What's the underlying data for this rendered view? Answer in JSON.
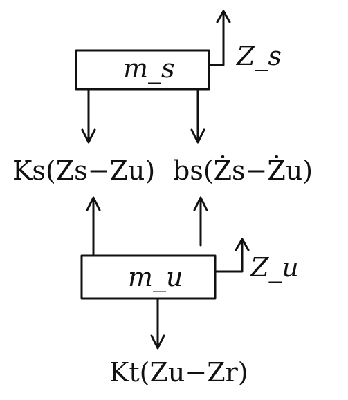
{
  "sprung_mass": {
    "label": "m_s"
  },
  "unsprung_mass": {
    "label": "m_u"
  },
  "displacement": {
    "sprung": "Z_s",
    "unsprung": "Z_u"
  },
  "forces": {
    "suspension_spring": "Ks(Zs−Zu)",
    "suspension_damper": "bs(Żs−Żu)",
    "tire_spring": "Kt(Zu−Zr)"
  }
}
